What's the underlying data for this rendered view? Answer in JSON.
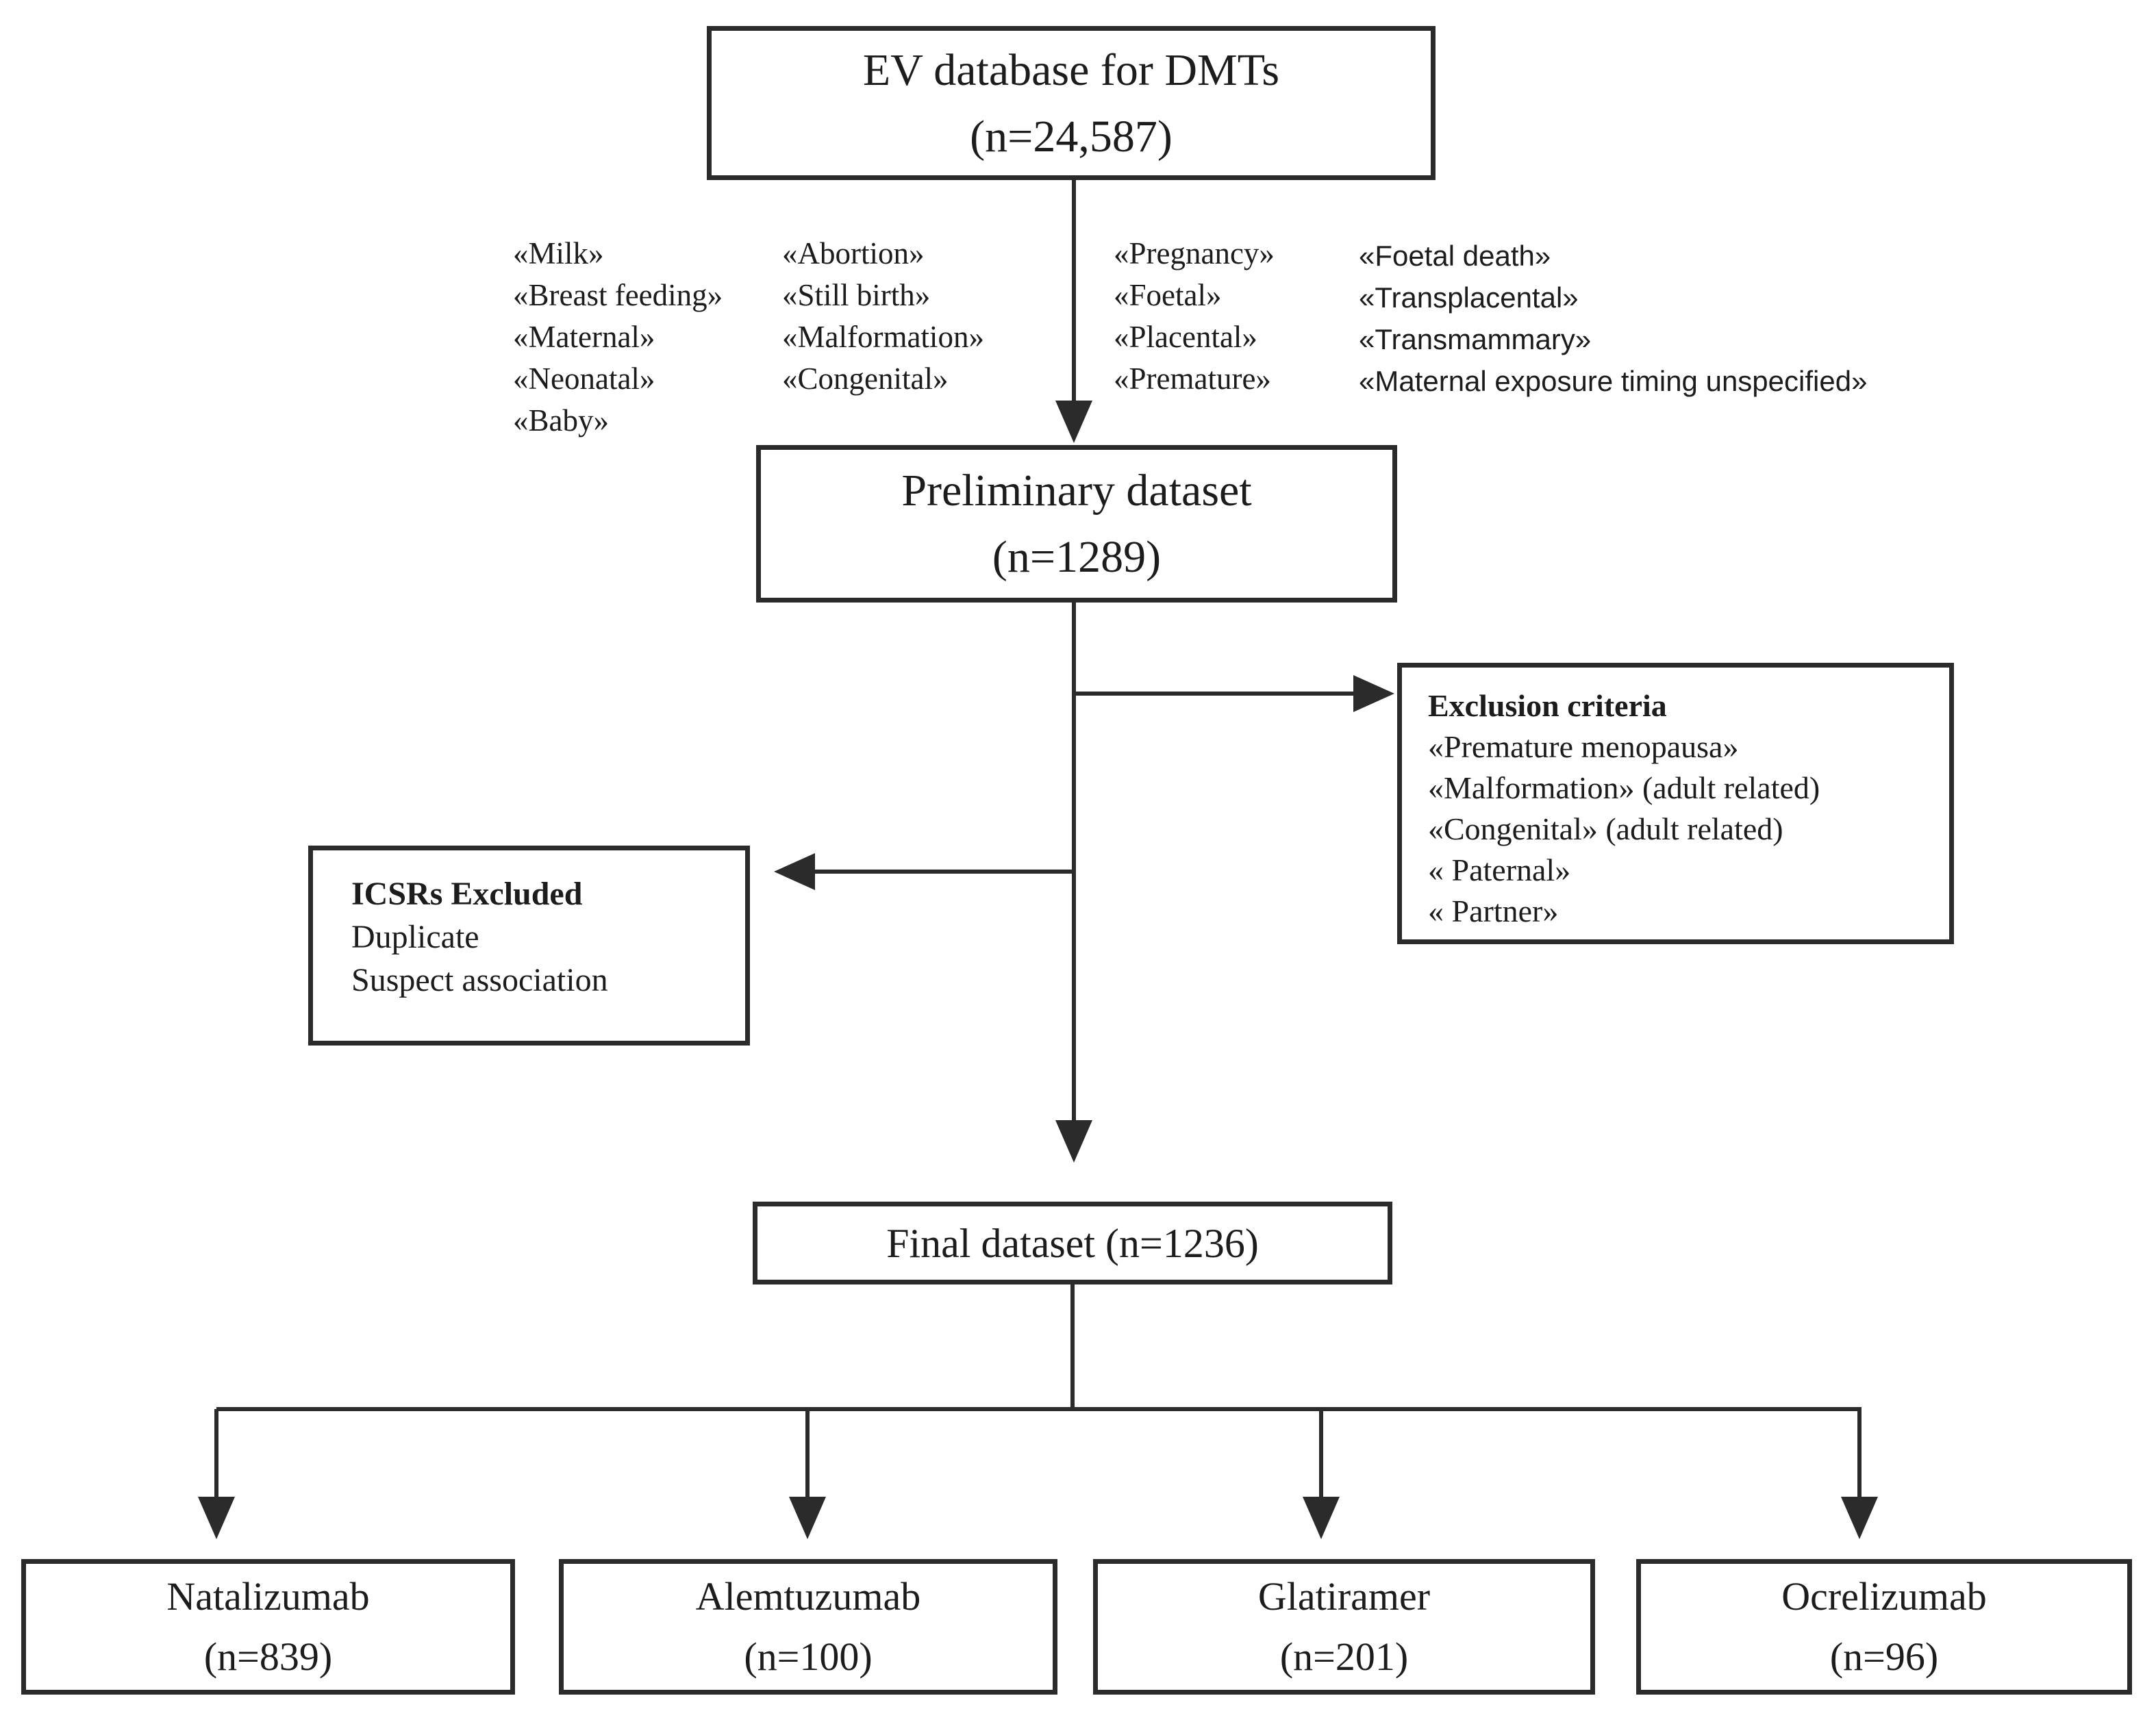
{
  "diagram": {
    "top_box": {
      "title": "EV database for DMTs",
      "count": "(n=24,587)"
    },
    "search_terms": {
      "col1": [
        "«Milk»",
        "«Breast feeding»",
        "«Maternal»",
        "«Neonatal»",
        "«Baby»"
      ],
      "col2": [
        "«Abortion»",
        "«Still birth»",
        "«Malformation»",
        "«Congenital»"
      ],
      "col3": [
        "«Pregnancy»",
        "«Foetal»",
        "«Placental»",
        "«Premature»"
      ],
      "col4": [
        "«Foetal death»",
        "«Transplacental»",
        "«Transmammary»",
        "«Maternal exposure timing unspecified»"
      ]
    },
    "preliminary_box": {
      "title": "Preliminary dataset",
      "count": "(n=1289)"
    },
    "exclusion_box": {
      "title": "Exclusion criteria",
      "items": [
        "«Premature menopausa»",
        "«Malformation» (adult related)",
        "«Congenital» (adult related)",
        "« Paternal»",
        "« Partner»"
      ]
    },
    "icsrs_box": {
      "title": "ICSRs Excluded",
      "items": [
        "Duplicate",
        "Suspect association"
      ]
    },
    "final_box": {
      "title": "Final dataset (n=1236)"
    },
    "drug_boxes": [
      {
        "name": "Natalizumab",
        "count": "(n=839)"
      },
      {
        "name": "Alemtuzumab",
        "count": "(n=100)"
      },
      {
        "name": "Glatiramer",
        "count": "(n=201)"
      },
      {
        "name": "Ocrelizumab",
        "count": "(n=96)"
      }
    ]
  }
}
